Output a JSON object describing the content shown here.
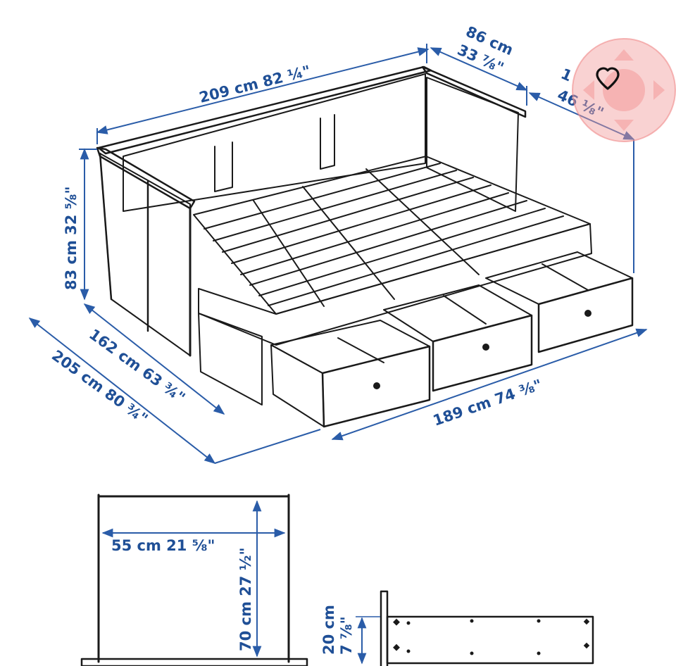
{
  "favorite": {
    "icon": "heart-outline-icon",
    "accent": "#f29b9b"
  },
  "colors": {
    "dimension": "#1f4f96",
    "line": "#1a1a1a"
  },
  "dimensions": {
    "width_total": "209 cm 82 ¼\"",
    "depth_top_cm": "86 cm",
    "depth_top_in": "33 ⅞\"",
    "right_cm": "1",
    "right_in": "46 ⅛\"",
    "height": "83 cm 32 ⅝\"",
    "depth_closed": "162 cm 63 ¾\"",
    "depth_open": "205 cm 80 ¾\"",
    "inner_length": "189 cm 74 ⅜\"",
    "drawer_width": "55 cm 21 ⅝\"",
    "drawer_depth": "70 cm 27 ½\"",
    "drawer_height_cm": "20 cm",
    "drawer_height_in": "7 ⅞\""
  }
}
